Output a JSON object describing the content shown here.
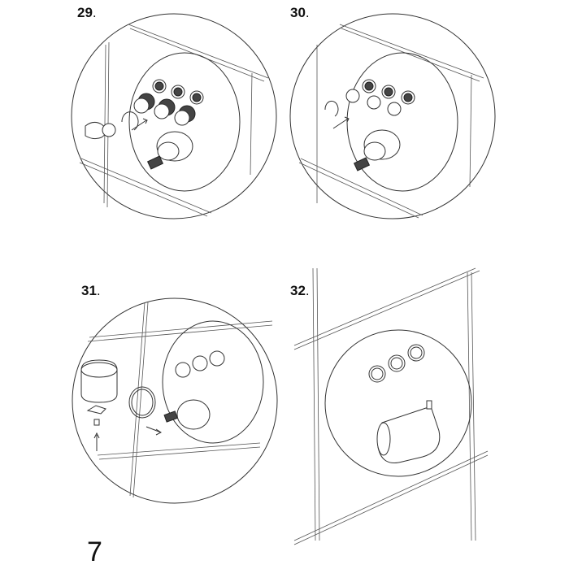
{
  "steps": [
    {
      "number": "29",
      "suffix": "."
    },
    {
      "number": "30",
      "suffix": "."
    },
    {
      "number": "31",
      "suffix": "."
    },
    {
      "number": "32",
      "suffix": "."
    }
  ],
  "page_number": "7"
}
